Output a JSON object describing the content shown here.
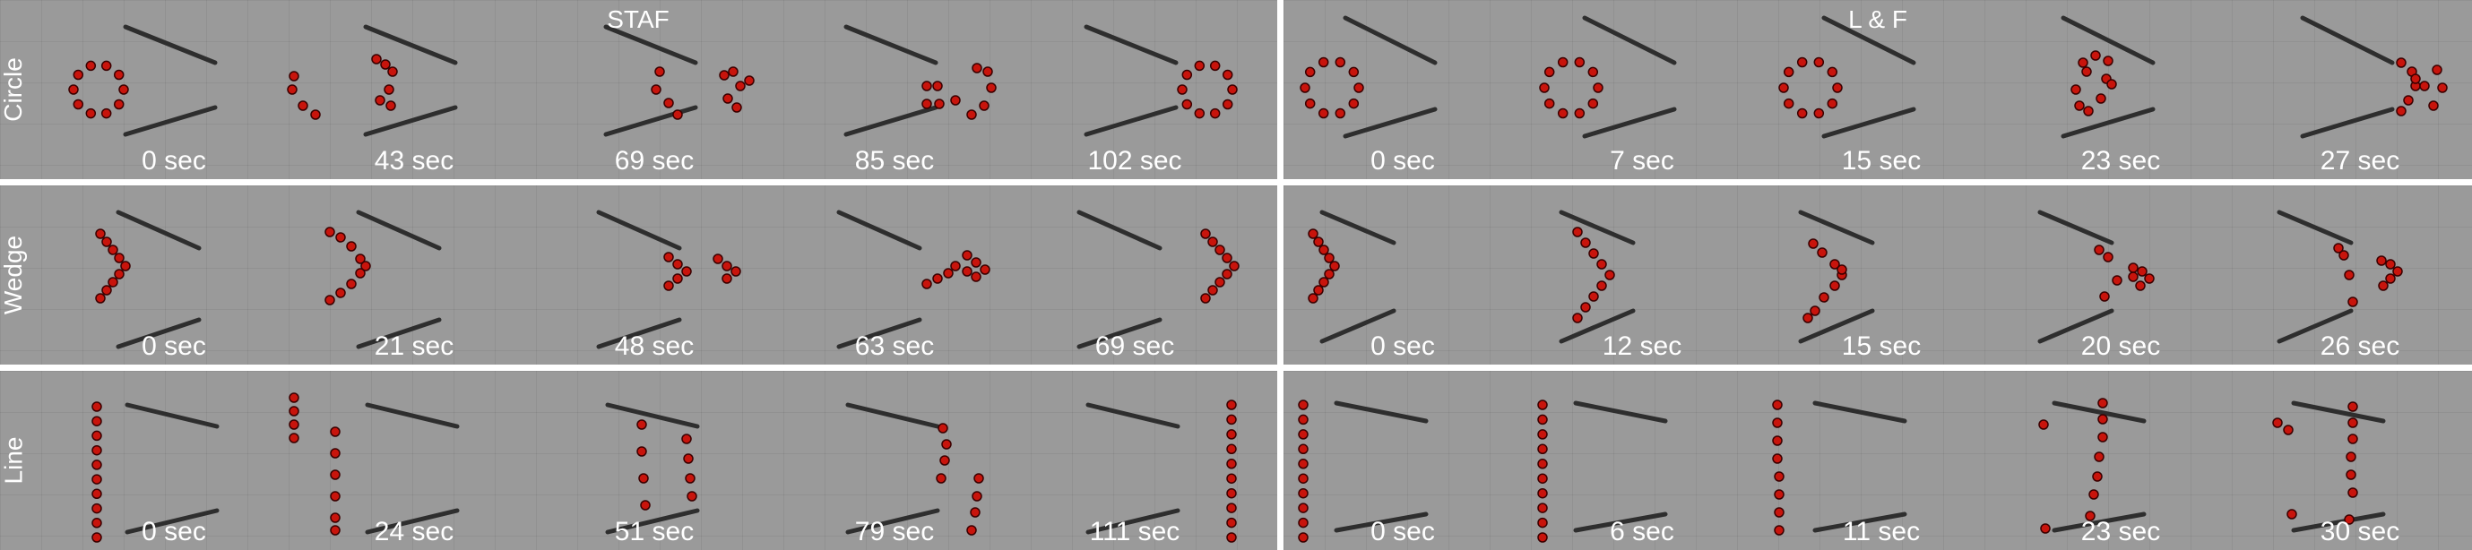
{
  "groups": [
    {
      "title": "STAF",
      "rows": [
        {
          "label": "Circle",
          "times": [
            "0 sec",
            "43 sec",
            "69 sec",
            "85 sec",
            "102 sec"
          ]
        },
        {
          "label": "Wedge",
          "times": [
            "0 sec",
            "21 sec",
            "48 sec",
            "63 sec",
            "69 sec"
          ]
        },
        {
          "label": "Line",
          "times": [
            "0 sec",
            "24 sec",
            "51 sec",
            "79 sec",
            "111 sec"
          ]
        }
      ]
    },
    {
      "title": "L & F",
      "rows": [
        {
          "label": "Circle",
          "times": [
            "0 sec",
            "7 sec",
            "15 sec",
            "23 sec",
            "27 sec"
          ]
        },
        {
          "label": "Wedge",
          "times": [
            "0 sec",
            "12 sec",
            "15 sec",
            "20 sec",
            "26 sec"
          ]
        },
        {
          "label": "Line",
          "times": [
            "0 sec",
            "6 sec",
            "11 sec",
            "23 sec",
            "30 sec"
          ]
        }
      ]
    }
  ],
  "colors": {
    "robot": "#c8140c",
    "wall": "#2e2e2e",
    "background": "#9a9a9a",
    "text": "#ffffff"
  }
}
